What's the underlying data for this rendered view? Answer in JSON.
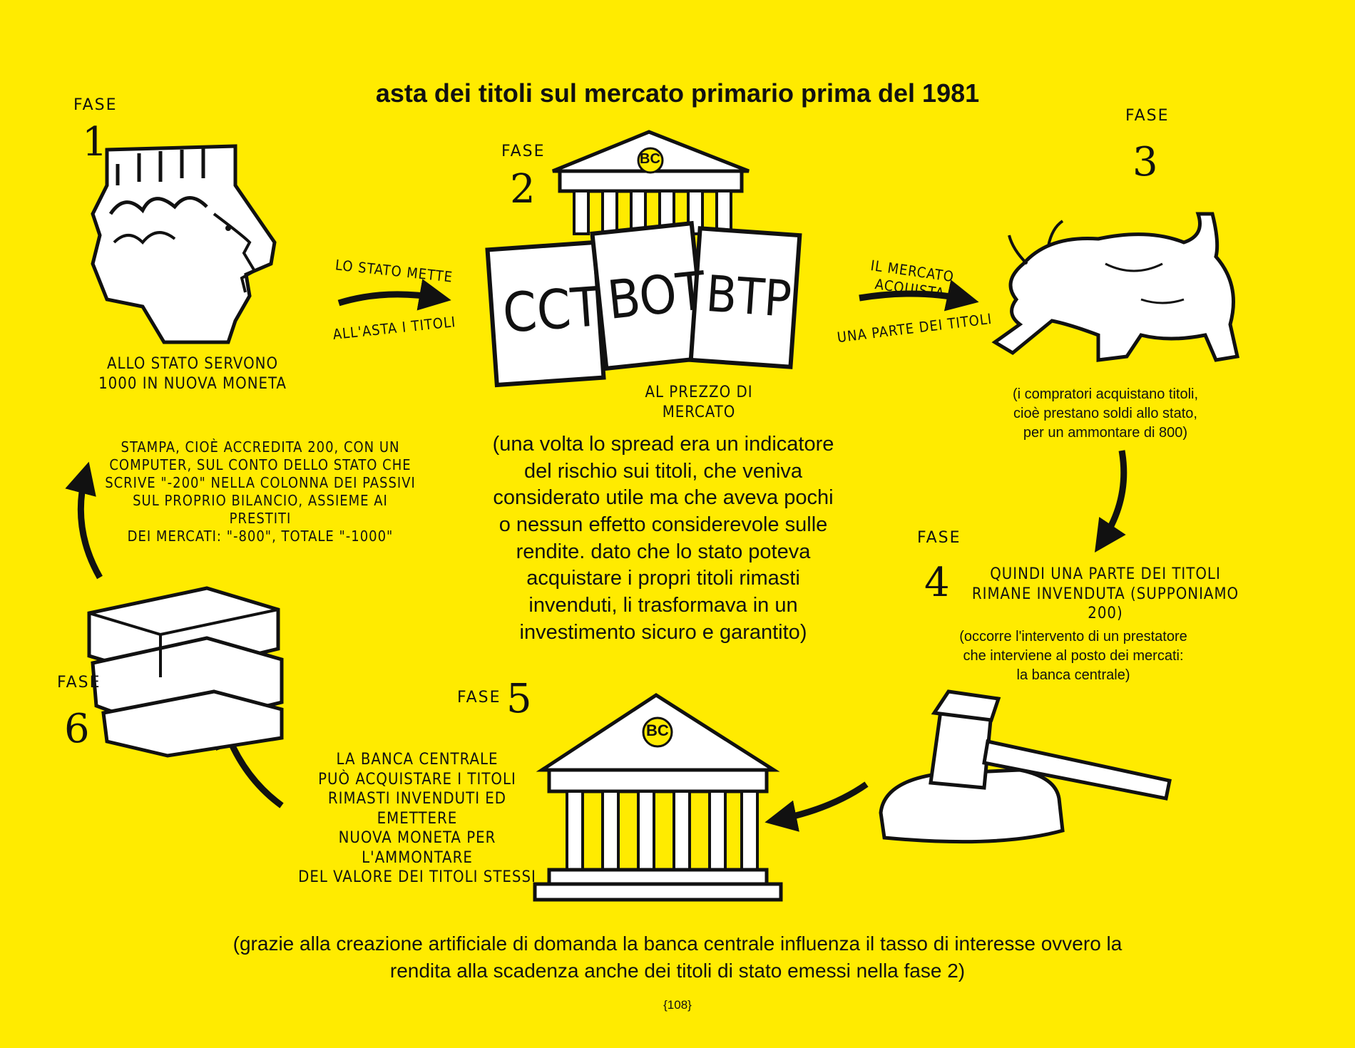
{
  "title": "asta dei titoli sul mercato primario prima del 1981",
  "phases": {
    "fase_label": "FASE",
    "p1": "1",
    "p2": "2",
    "p3": "3",
    "p4": "4",
    "p5": "5",
    "p6": "6"
  },
  "phase1": {
    "caption_line1": "ALLO STATO SERVONO",
    "caption_line2": "1000 IN NUOVA MONETA"
  },
  "arrow1": {
    "top": "LO STATO METTE",
    "bottom": "ALL'ASTA I TITOLI"
  },
  "phase2": {
    "bank_badge": "BC",
    "card1": "CCT",
    "card2": "BOT",
    "card3": "BTP",
    "caption": "AL PREZZO DI MERCATO"
  },
  "arrow2": {
    "top": "IL MERCATO ACQUISTA",
    "bottom": "UNA PARTE DEI TITOLI"
  },
  "phase3": {
    "note_line1": "(i compratori acquistano titoli,",
    "note_line2": "cioè prestano soldi allo stato,",
    "note_line3": "per un ammontare di 800)"
  },
  "phase4": {
    "caption_line1": "QUINDI UNA PARTE DEI TITOLI",
    "caption_line2": "RIMANE INVENDUTA (SUPPONIAMO 200)",
    "note_line1": "(occorre l'intervento di un prestatore",
    "note_line2": "che interviene al posto dei mercati:",
    "note_line3": "la banca centrale)"
  },
  "phase5": {
    "bank_badge": "BC",
    "caption_line1": "LA BANCA CENTRALE",
    "caption_line2": "PUÒ ACQUISTARE I TITOLI",
    "caption_line3": "RIMASTI INVENDUTI ED EMETTERE",
    "caption_line4": "NUOVA MONETA PER L'AMMONTARE",
    "caption_line5": "DEL VALORE DEI TITOLI STESSI"
  },
  "phase6": {
    "caption_line1": "STAMPA, CIOÈ ACCREDITA 200, CON UN",
    "caption_line2": "COMPUTER, SUL CONTO DELLO STATO CHE",
    "caption_line3": "SCRIVE \"-200\" NELLA COLONNA DEI PASSIVI",
    "caption_line4": "SUL PROPRIO BILANCIO, ASSIEME AI PRESTITI",
    "caption_line5": "DEI MERCATI: \"-800\",  TOTALE \"-1000\""
  },
  "center_note": [
    "(una volta lo spread era un indicatore",
    "del rischio sui titoli, che veniva",
    "considerato utile ma che aveva pochi",
    "o nessun effetto considerevole sulle",
    "rendite. dato che lo stato poteva",
    "acquistare i propri titoli rimasti",
    "invenduti, li trasformava in un",
    "investimento sicuro e garantito)"
  ],
  "footer": {
    "line1": "(grazie alla creazione artificiale di domanda la banca centrale influenza il tasso di interesse ovvero la",
    "line2": "rendita alla scadenza anche dei titoli di stato emessi nella fase 2)"
  },
  "page_number": "{108}"
}
